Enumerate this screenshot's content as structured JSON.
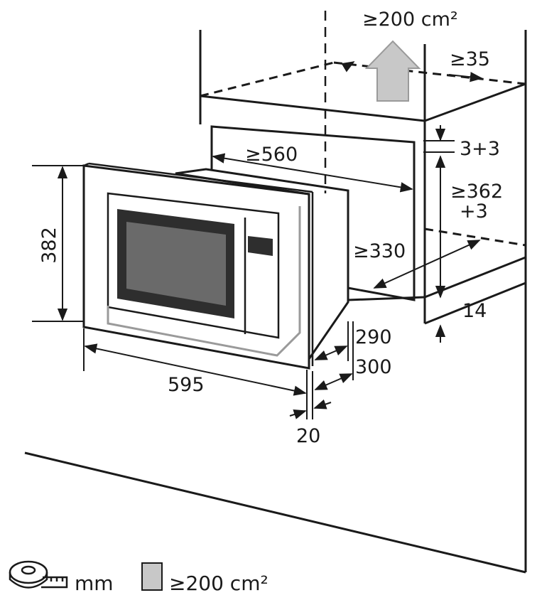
{
  "ventilation_top": "≥200 cm²",
  "dimensions": {
    "top_gap": "≥35",
    "niche_width": "≥560",
    "gap_top": "3+3",
    "niche_height_1": "≥362",
    "niche_height_2": "+3",
    "niche_depth": "≥330",
    "bottom_gap": "14",
    "appliance_height": "382",
    "depth_1": "290",
    "depth_2": "300",
    "appliance_width": "595",
    "front_thickness": "20"
  },
  "legend": {
    "unit_label": "mm",
    "vent_label": "≥200 cm²"
  },
  "icons": [
    "tape-measure-icon",
    "vent-swatch-icon",
    "ventilation-arrow-icon"
  ],
  "colors": {
    "ink": "#1a1a1a",
    "vent_fill": "#c8c8c8",
    "oven_band": "#9a9a9a",
    "window": "#3a3a3a"
  }
}
